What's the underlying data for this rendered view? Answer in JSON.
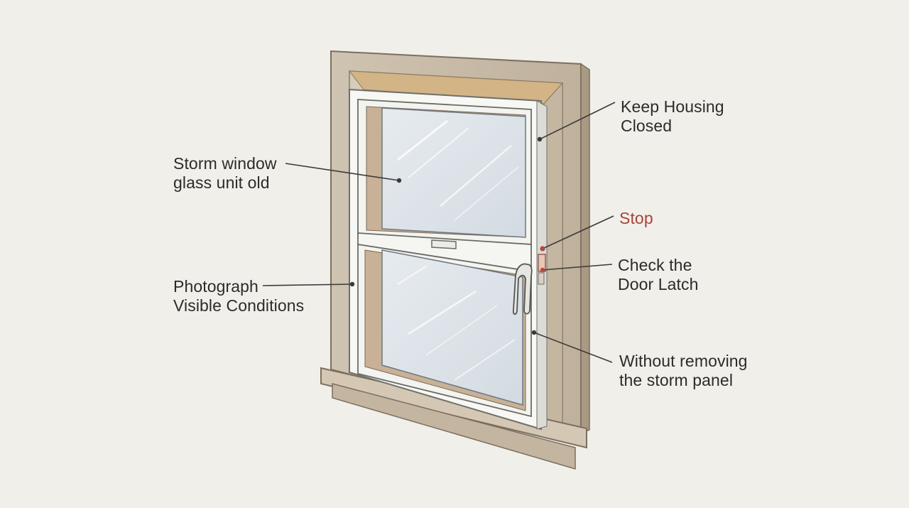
{
  "callouts": {
    "keep_housing": {
      "line1": "Keep Housing",
      "line2": "Closed"
    },
    "storm_glass": {
      "line1": "Storm window",
      "line2": "glass unit old"
    },
    "stop": {
      "line1": "Stop"
    },
    "check_latch": {
      "line1": "Check the",
      "line2": "Door Latch"
    },
    "photograph": {
      "line1": "Photograph",
      "line2": "Visible Conditions"
    },
    "without_removing": {
      "line1": "Without removing",
      "line2": "the storm panel"
    }
  },
  "colors": {
    "background": "#f1efe9",
    "trim": "#c9bca8",
    "sash": "#f7f7f4",
    "glass": "#dfe5ea",
    "accent_stop": "#a8443c"
  }
}
